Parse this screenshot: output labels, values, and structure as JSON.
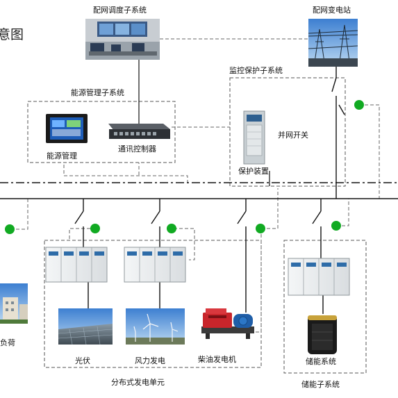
{
  "title_fragment": "意图",
  "systems": {
    "dispatch": "配网调度子系统",
    "substation": "配网变电站",
    "monitoring": "监控保护子系统",
    "energy_mgmt": "能源管理子系统",
    "distributed_gen": "分布式发电单元",
    "storage_sub": "储能子系统"
  },
  "devices": {
    "energy_mgr": "能源管理",
    "comm_ctrl": "通讯控制器",
    "grid_switch": "并网开关",
    "protection": "保护装置",
    "solar": "光伏",
    "wind": "风力发电",
    "diesel": "柴油发电机",
    "storage": "储能系统",
    "load": "负荷"
  },
  "colors": {
    "line": "#111111",
    "dash": "#555555",
    "breaker": "#11aa22",
    "cabinet": "#e9ecee"
  }
}
